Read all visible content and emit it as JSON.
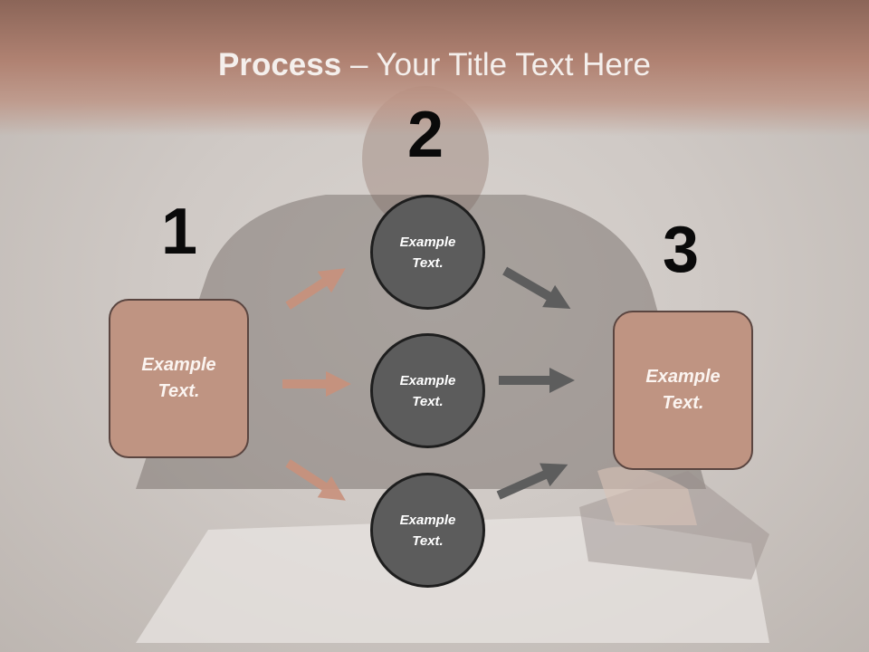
{
  "title": {
    "bold": "Process",
    "rest": " – Your Title Text Here"
  },
  "steps": [
    {
      "number": "1"
    },
    {
      "number": "2"
    },
    {
      "number": "3"
    }
  ],
  "left_box": {
    "line1": "Example",
    "line2": "Text."
  },
  "right_box": {
    "line1": "Example",
    "line2": "Text."
  },
  "circles": [
    {
      "line1": "Example",
      "line2": "Text."
    },
    {
      "line1": "Example",
      "line2": "Text."
    },
    {
      "line1": "Example",
      "line2": "Text."
    }
  ],
  "colors": {
    "title_band": "#a97a6a",
    "box_fill": "#bf9482",
    "circle_fill": "#5c5c5c",
    "left_arrows": "#c9917c",
    "right_arrows": "#5a5a5a"
  }
}
